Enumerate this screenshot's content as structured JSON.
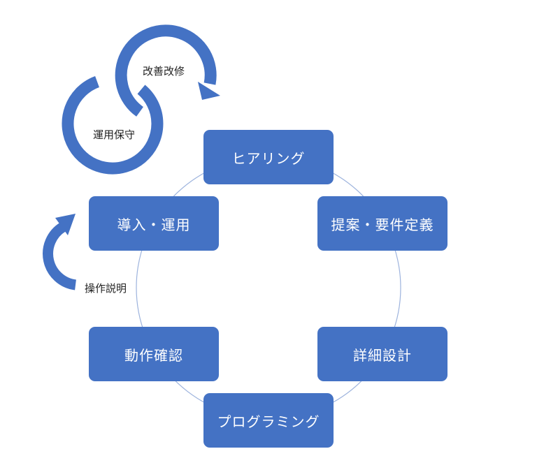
{
  "colors": {
    "box_fill": "#4472c4",
    "box_text": "#ffffff",
    "arrow": "#4472c4",
    "ring_line": "#9db3dd",
    "note_text": "#222222"
  },
  "nodes": {
    "hearing": "ヒアリング",
    "proposal": "提案・要件定義",
    "detail_design": "詳細設計",
    "programming": "プログラミング",
    "testing": "動作確認",
    "deployment": "導入・運用"
  },
  "notes": {
    "improvement": "改善改修",
    "maintenance": "運用保守",
    "instruction": "操作説明"
  }
}
